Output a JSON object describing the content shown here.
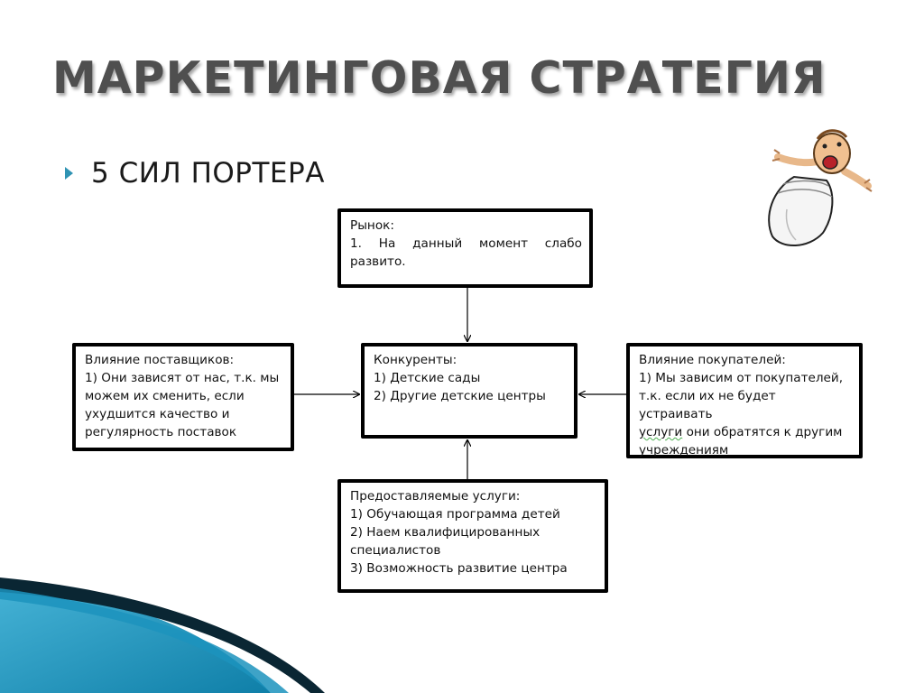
{
  "slide": {
    "title": "МАРКЕТИНГОВАЯ СТРАТЕГИЯ",
    "bullet": "5 СИЛ ПОРТЕРА"
  },
  "diagram": {
    "market": {
      "heading": "Рынок:",
      "lines": [
        "1. На данный момент слабо",
        "развито."
      ]
    },
    "competitors": {
      "heading": "Конкуренты:",
      "lines": [
        "1) Детские сады",
        "2) Другие детские центры"
      ]
    },
    "suppliers": {
      "heading": "Влияние поставщиков:",
      "lines": [
        "1) Они зависят от нас, т.к. мы",
        "можем их сменить, если",
        "ухудшится качество и",
        "регулярность поставок"
      ]
    },
    "buyers": {
      "heading": "Влияние покупателей:",
      "lines": [
        "1) Мы зависим от покупателей,",
        "т.к. если их не будет устраивать",
        "они обратятся к другим",
        "учреждениям"
      ],
      "underlined_word": "услуги"
    },
    "services": {
      "heading": "Предоставляемые услуги:",
      "lines": [
        "1) Обучающая программа детей",
        "2) Наем квалифицированных",
        "специалистов",
        "3) Возможность развитие центра"
      ]
    }
  },
  "colors": {
    "title": "#4f4f4f",
    "bullet_marker": "#2f93b3",
    "accent_blue": "#1f8fb8",
    "wave_dark": "#000000"
  },
  "icons": {
    "bullet": "triangle-right-bullet-icon",
    "clipart": "screaming-baby-icon"
  }
}
